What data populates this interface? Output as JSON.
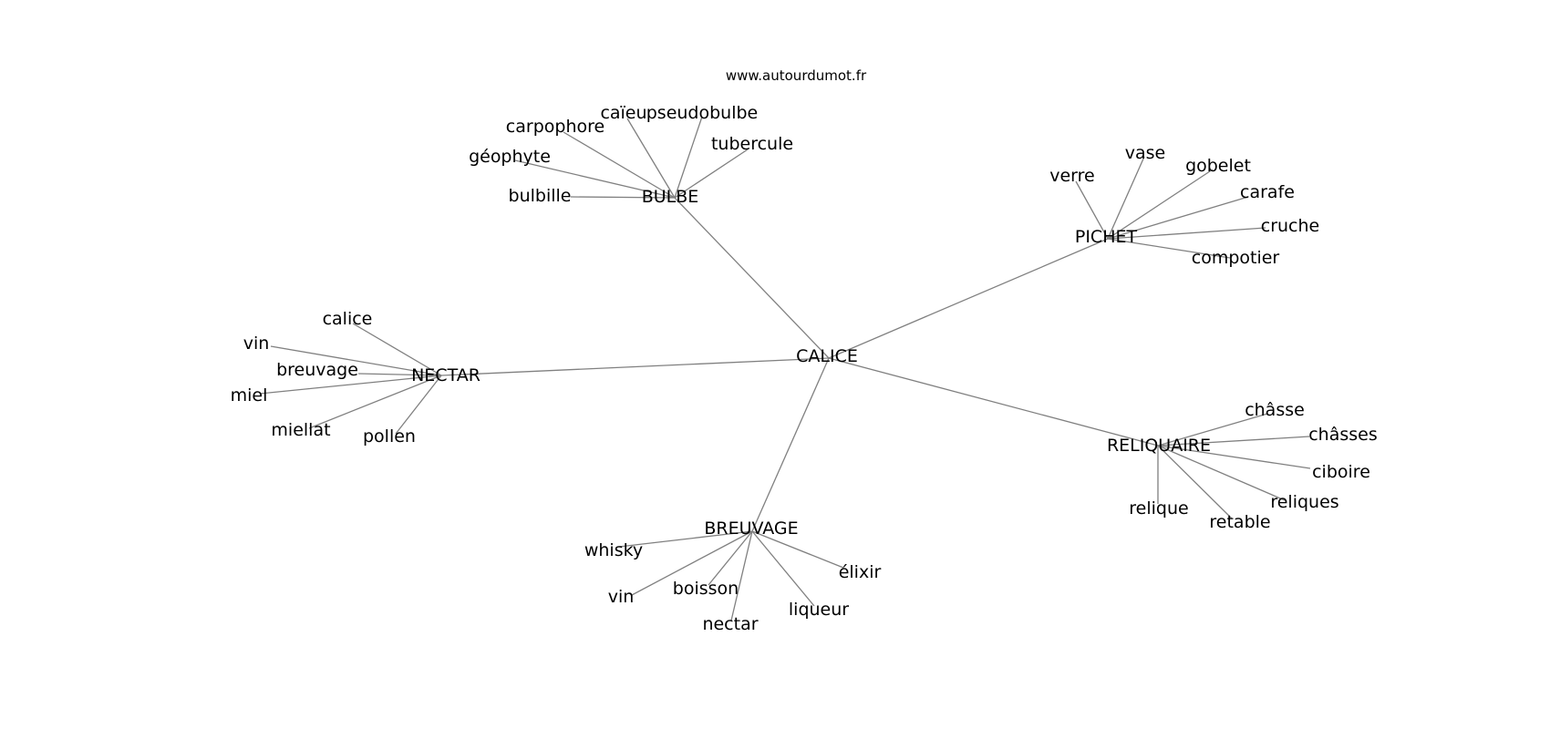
{
  "source_label": "www.autourdumot.fr",
  "colors": {
    "edge": "#808080",
    "text": "#000000",
    "background": "#ffffff"
  },
  "center": {
    "id": "CALICE",
    "label": "CALICE"
  },
  "hubs": [
    {
      "id": "BULBE",
      "label": "BULBE",
      "leaves": [
        "carpophore",
        "caïeu",
        "pseudobulbe",
        "tubercule",
        "géophyte",
        "bulbille"
      ]
    },
    {
      "id": "PICHET",
      "label": "PICHET",
      "leaves": [
        "verre",
        "vase",
        "gobelet",
        "carafe",
        "cruche",
        "compotier"
      ]
    },
    {
      "id": "NECTAR",
      "label": "NECTAR",
      "leaves": [
        "calice",
        "vin",
        "breuvage",
        "miel",
        "miellat",
        "pollen"
      ]
    },
    {
      "id": "RELIQUAIRE",
      "label": "RELIQUAIRE",
      "leaves": [
        "châsse",
        "châsses",
        "ciboire",
        "reliques",
        "retable",
        "relique"
      ]
    },
    {
      "id": "BREUVAGE",
      "label": "BREUVAGE",
      "leaves": [
        "whisky",
        "vin",
        "boisson",
        "nectar",
        "liqueur",
        "élixir"
      ]
    }
  ]
}
